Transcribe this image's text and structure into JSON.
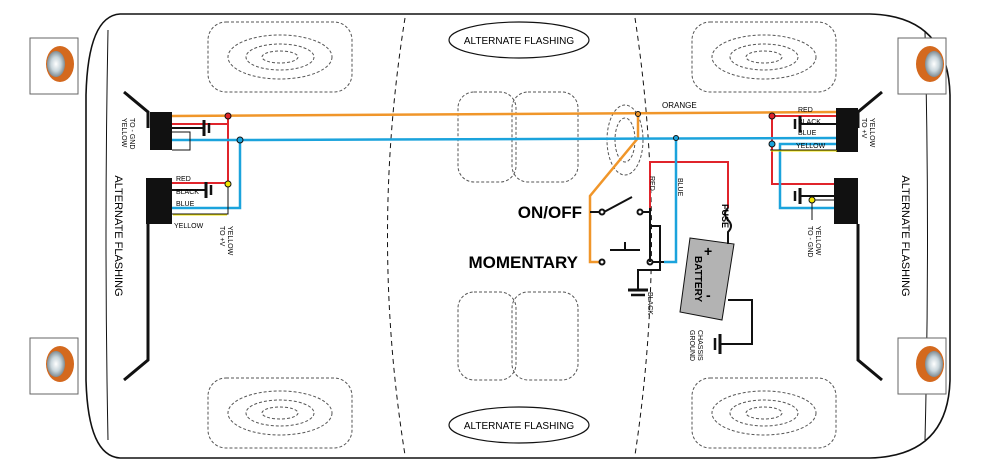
{
  "labels": {
    "alt_top": "ALTERNATE FLASHING",
    "alt_bottom": "ALTERNATE FLASHING",
    "alt_left": "ALTERNATE FLASHING",
    "alt_right": "ALTERNATE FLASHING",
    "orange": "ORANGE",
    "on_off": "ON/OFF",
    "momentary": "MOMENTARY",
    "fuse": "FUSE",
    "battery": "BATTERY",
    "plus": "+",
    "minus": "-",
    "chassis_ground_1": "CHASSIS",
    "chassis_ground_2": "GROUND",
    "red": "RED",
    "black": "BLACK",
    "blue": "BLUE",
    "yellow": "YELLOW",
    "to_gnd": "TO - GND",
    "to_pos": "TO +V"
  },
  "colors": {
    "red": "#e0242b",
    "orange": "#f0962a",
    "blue": "#1ba3dc",
    "yellow": "#f2e400",
    "black": "#111111",
    "battery": "#b3b3b3"
  }
}
